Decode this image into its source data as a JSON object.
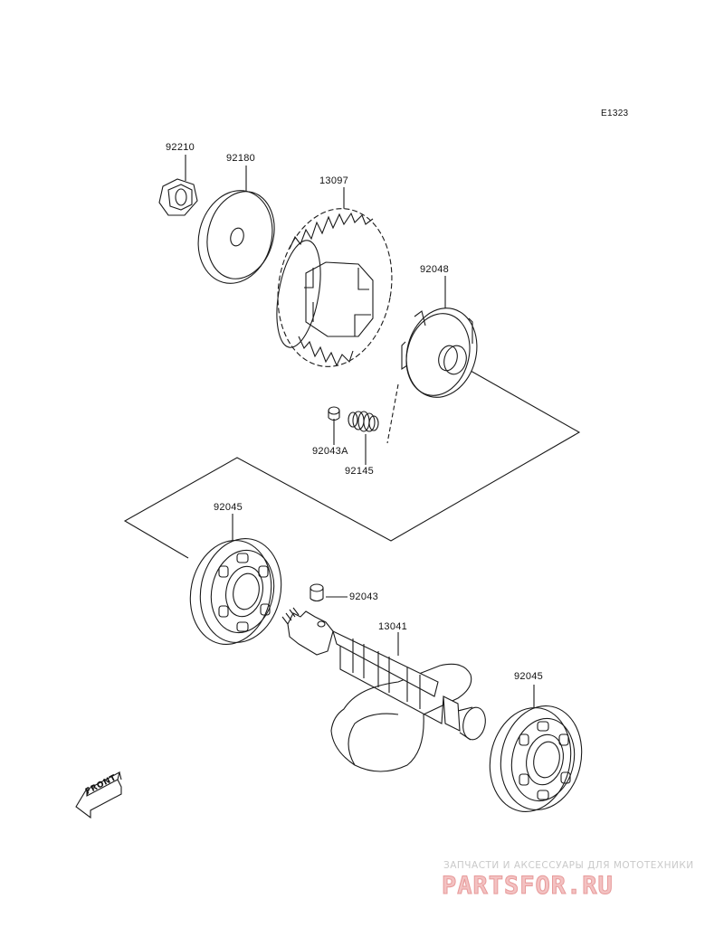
{
  "diagram_code": "E1323",
  "parts": {
    "nut": "92210",
    "washer": "92180",
    "gear": "13097",
    "collar": "92048",
    "pin_a": "92043A",
    "spring": "92145",
    "bearing_left": "92045",
    "pin": "92043",
    "balancer_shaft": "13041",
    "bearing_right": "92045"
  },
  "direction_label": "FRONT",
  "watermark": {
    "subtitle": "ЗАПЧАСТИ И АКСЕССУАРЫ ДЛЯ МОТОТЕХНИКИ",
    "logo": "PARTSFOR.RU"
  },
  "colors": {
    "line": "#1a1a1a",
    "watermark_text": "#c9c9c9",
    "watermark_logo": "#f3c2c2"
  }
}
